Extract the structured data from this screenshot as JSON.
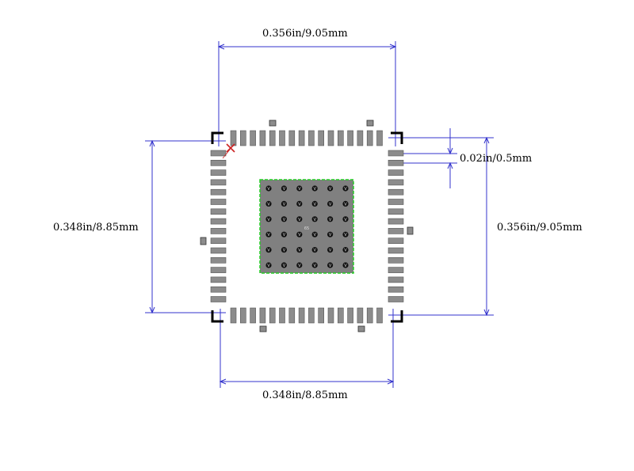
{
  "dimensions": {
    "top_width": "0.356in/9.05mm",
    "bottom_width": "0.348in/8.85mm",
    "left_height": "0.348in/8.85mm",
    "right_height": "0.356in/9.05mm",
    "pitch": "0.02in/0.5mm"
  },
  "package": {
    "pins_per_side": 16,
    "pad_grid_rows": 6,
    "pad_grid_cols": 6,
    "pad_marker": "V",
    "center_label": "65"
  },
  "colors": {
    "dimension": "#3333cc",
    "pad": "#8c8c8c",
    "pad_outline": "#555555",
    "thermal_pad": "#808080",
    "thermal_outline": "#22cc22",
    "corner": "#000000",
    "pin1_marker": "#cc2222"
  }
}
